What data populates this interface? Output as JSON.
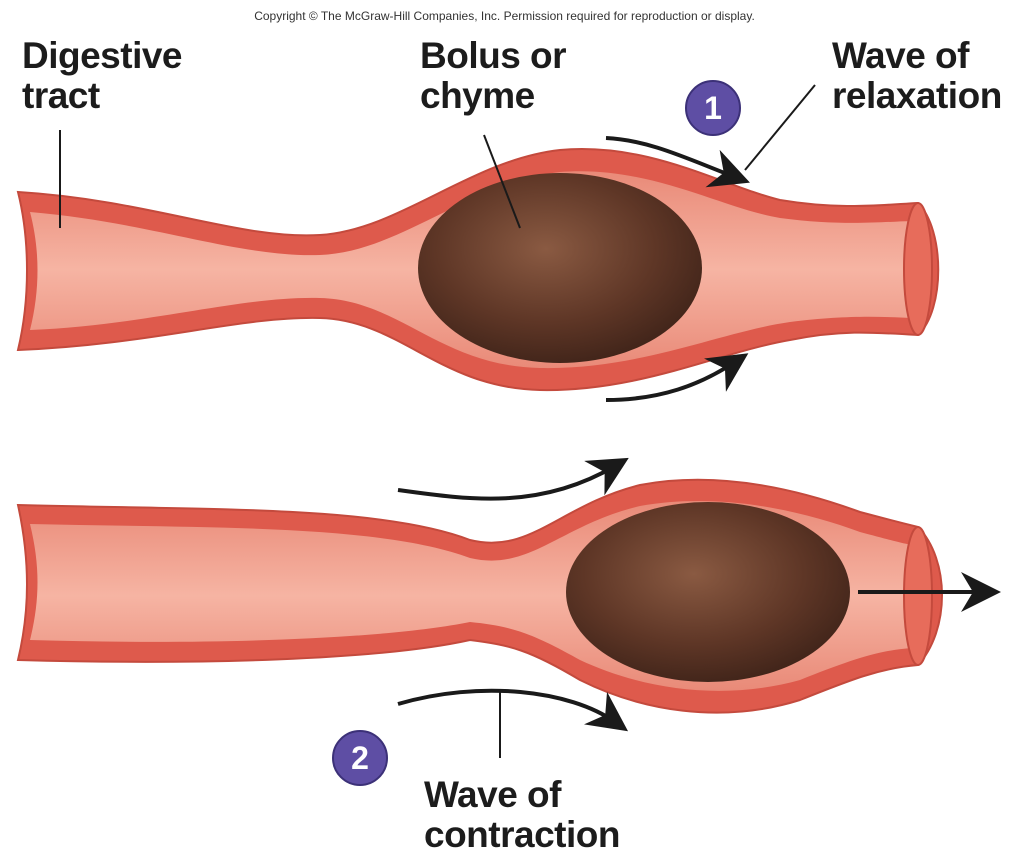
{
  "copyright": "Copyright © The McGraw-Hill Companies, Inc. Permission required for reproduction or display.",
  "labels": {
    "digestive_tract": [
      "Digestive",
      "tract"
    ],
    "bolus": [
      "Bolus or",
      "chyme"
    ],
    "relaxation": [
      "Wave of",
      "relaxation"
    ],
    "contraction": [
      "Wave of",
      "contraction"
    ]
  },
  "steps": [
    {
      "number": "1"
    },
    {
      "number": "2"
    }
  ],
  "colors": {
    "tract_wall": "#de5a4c",
    "tract_lumen": "#f2a08e",
    "bolus": "#6a3f2c",
    "badge": "#5e4ea4",
    "arrow": "#1a1a1a",
    "text": "#1c1c1c"
  }
}
